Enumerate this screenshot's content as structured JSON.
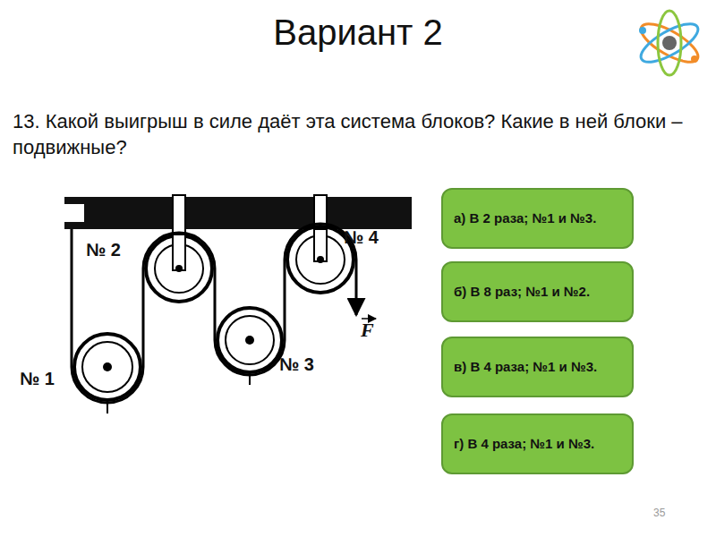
{
  "diagram": {
    "title": "Вариант 2",
    "nodes": [
      {
        "text": [
          "а) В 2 раза; №1 и №3."
        ]
      },
      {
        "text": [
          "б) В 8 раз; №1 и №2."
        ]
      },
      {
        "text": [
          "в) В 4 раза; №1 и №3."
        ]
      },
      {
        "text": [
          "г) В 4 раза; №1 и №3."
        ]
      }
    ],
    "labels": [
      "13. Какой выигрыш в силе даёт эта система блоков? Какие в ней блоки – подвижные?",
      "№ 2",
      "№ 4",
      "№ 1",
      "№ 3",
      "F",
      "35"
    ]
  }
}
